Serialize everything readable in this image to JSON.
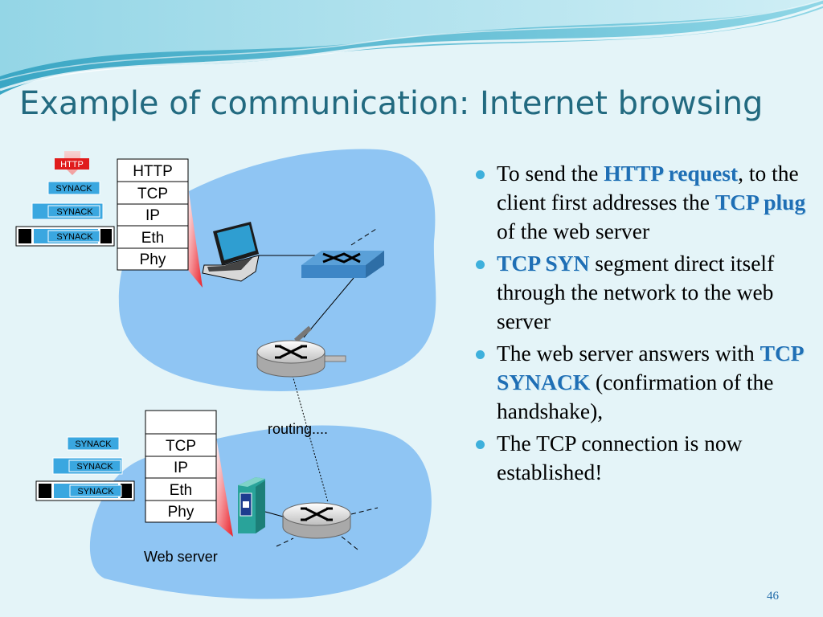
{
  "title": "Example of communication: Internet browsing",
  "client_stack": [
    "HTTP",
    "TCP",
    "IP",
    "Eth",
    "Phy"
  ],
  "server_stack": [
    "",
    "TCP",
    "IP",
    "Eth",
    "Phy"
  ],
  "client_packets": {
    "http": "HTTP",
    "tcp": "SYNACK",
    "ip": "SYNACK",
    "eth": "SYNACK"
  },
  "server_packets": {
    "tcp": "SYNACK",
    "ip": "SYNACK",
    "eth": "SYNACK"
  },
  "labels": {
    "routing": "routing....",
    "web_server": "Web server"
  },
  "bullets": [
    {
      "parts": [
        {
          "t": "To send the "
        },
        {
          "t": "HTTP request",
          "hl": true
        },
        {
          "t": ", to the client first addresses the "
        },
        {
          "t": "TCP plug",
          "hl": true
        },
        {
          "t": " of the web server"
        }
      ]
    },
    {
      "parts": [
        {
          "t": "TCP SYN",
          "hl": true
        },
        {
          "t": " segment direct itself through the network to the web server"
        }
      ]
    },
    {
      "parts": [
        {
          "t": "The web server answers with "
        },
        {
          "t": "TCP SYNACK",
          "hl": true
        },
        {
          "t": " (confirmation of the handshake),"
        }
      ]
    },
    {
      "parts": [
        {
          "t": "The TCP connection is now established!"
        }
      ]
    }
  ],
  "page_number": "46",
  "colors": {
    "background": "#e4f4f8",
    "title": "#226a80",
    "network_cloud": "#8fc5f3",
    "highlight": "#1f6fb5",
    "bullet": "#3eb0dc",
    "packet_blue": "#3aa7e0",
    "stack_wedge": "#e8202a"
  },
  "icons": {
    "bullet": "round-dot",
    "client": "laptop-icon",
    "switch": "switch-icon",
    "router": "router-icon",
    "server": "server-tower-icon"
  }
}
